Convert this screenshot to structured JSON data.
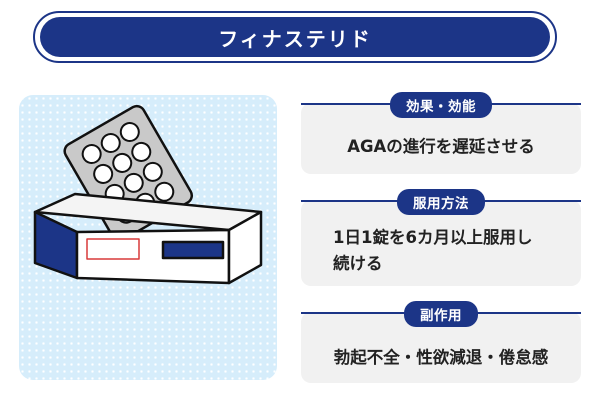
{
  "title": "フィナステリド",
  "cards": [
    {
      "heading": "効果・効能",
      "body": "AGAの進行を遅延させる"
    },
    {
      "heading": "服用方法",
      "body": "1日1錠を6カ月以上服用し\n続ける"
    },
    {
      "heading": "副作用",
      "body": "勃起不全・性欲減退・倦怠感"
    }
  ],
  "colors": {
    "accent": "#1c3587",
    "card_bg": "#f1f1f1",
    "illustration_bg": "#d6edfb",
    "label_box": "#d93a3a"
  },
  "illustration": {
    "subject": "pill-blister-and-box"
  }
}
